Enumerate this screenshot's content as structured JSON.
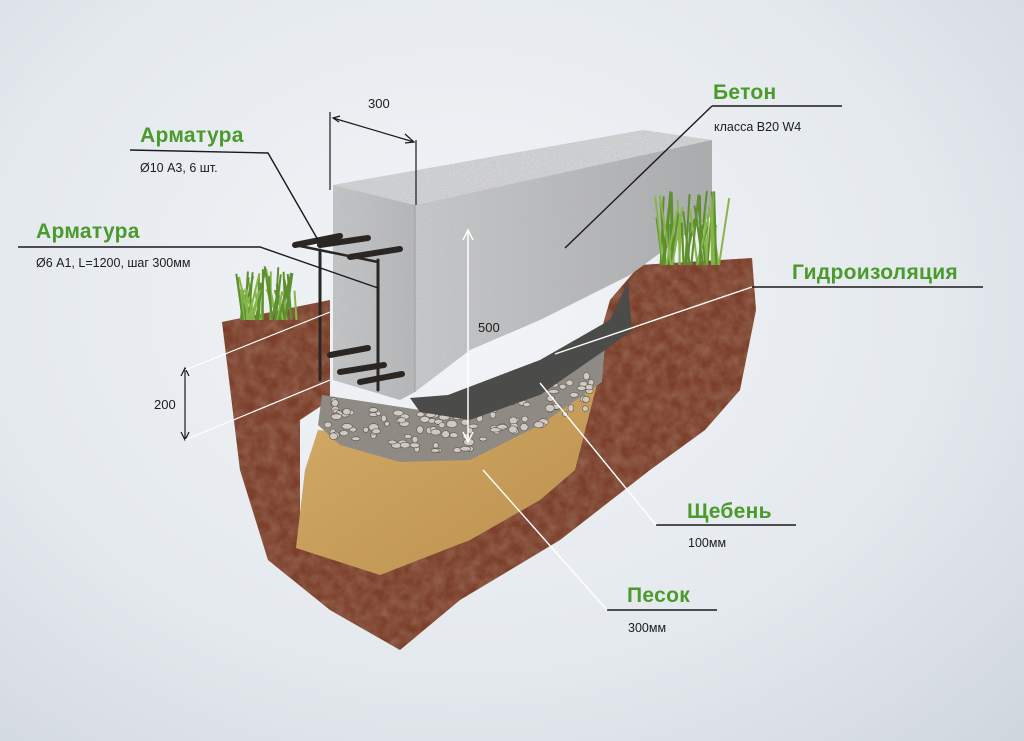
{
  "labels": {
    "beton": {
      "title": "Бетон",
      "sub": "класса B20 W4"
    },
    "arm1": {
      "title": "Арматура",
      "sub": "Ø10 А3, 6 шт."
    },
    "arm2": {
      "title": "Арматура",
      "sub": "Ø6 А1, L=1200, шаг 300мм"
    },
    "gidro": {
      "title": "Гидроизоляция"
    },
    "scheben": {
      "title": "Щебень",
      "sub": "100мм"
    },
    "pesok": {
      "title": "Песок",
      "sub": "300мм"
    }
  },
  "dimensions": {
    "width": "300",
    "height": "500",
    "depth": "200"
  },
  "colors": {
    "title_green": "#4a9a2c",
    "concrete": "#c9cacb",
    "sand": "#c9a05a",
    "soil": "#7a3f2a",
    "grass": "#5e8f2e"
  }
}
